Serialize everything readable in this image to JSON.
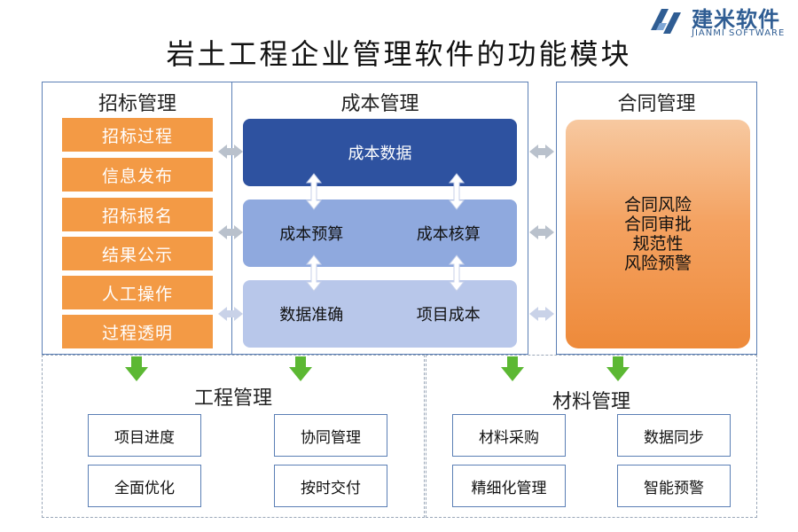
{
  "title": "岩土工程企业管理软件的功能模块",
  "logo": {
    "name": "建米软件",
    "sub": "JIANMI SOFTWARE"
  },
  "bidding": {
    "title": "招标管理",
    "items": [
      "招标过程",
      "信息发布",
      "招标报名",
      "结果公示",
      "人工操作",
      "过程透明"
    ]
  },
  "cost": {
    "title": "成本管理",
    "data": "成本数据",
    "budget": "成本预算",
    "accounting": "成本核算",
    "accuracy": "数据准确",
    "project_cost": "项目成本"
  },
  "contract": {
    "title": "合同管理",
    "lines": [
      "合同风险",
      "合同审批",
      "规范性",
      "风险预警"
    ]
  },
  "engineering": {
    "title": "工程管理",
    "items": [
      "项目进度",
      "协同管理",
      "全面优化",
      "按时交付"
    ]
  },
  "material": {
    "title": "材料管理",
    "items": [
      "材料采购",
      "数据同步",
      "精细化管理",
      "智能预警"
    ]
  },
  "colors": {
    "orange": "#f39a45",
    "dark_blue": "#2e52a0",
    "mid_blue": "#8fa9de",
    "light_blue": "#b8c7ea",
    "green_arrow": "#5cb833",
    "border": "#5b7fb5"
  }
}
